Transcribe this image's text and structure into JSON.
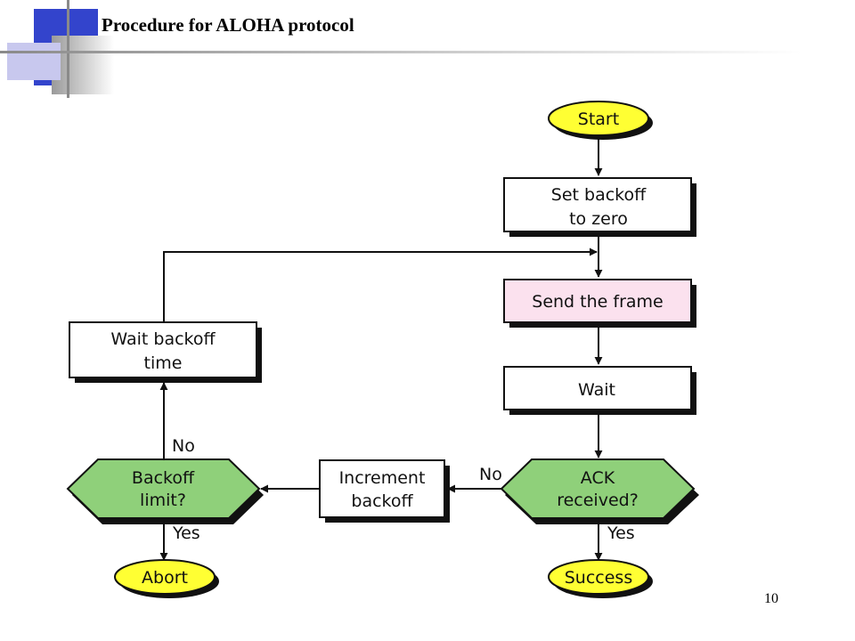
{
  "slide": {
    "title": "Procedure for ALOHA protocol",
    "page_number": "10"
  },
  "colors": {
    "terminal_fill": "#ffff33",
    "decision_fill": "#8fd07a",
    "send_fill": "#fbe1ee",
    "process_fill": "#ffffff",
    "header_blue": "#3344cc",
    "header_gray": "#9a9a9a"
  },
  "flowchart": {
    "nodes": {
      "start": {
        "label": "Start"
      },
      "set_backoff": {
        "line1": "Set backoff",
        "line2": "to zero"
      },
      "send_frame": {
        "label": "Send the frame"
      },
      "wait": {
        "label": "Wait"
      },
      "ack_received": {
        "line1": "ACK",
        "line2": "received?"
      },
      "success": {
        "label": "Success"
      },
      "increment_backoff": {
        "line1": "Increment",
        "line2": "backoff"
      },
      "backoff_limit": {
        "line1": "Backoff",
        "line2": "limit?"
      },
      "abort": {
        "label": "Abort"
      },
      "wait_backoff_time": {
        "line1": "Wait backoff",
        "line2": "time"
      }
    },
    "edge_labels": {
      "ack_no": "No",
      "ack_yes": "Yes",
      "limit_no": "No",
      "limit_yes": "Yes"
    }
  }
}
